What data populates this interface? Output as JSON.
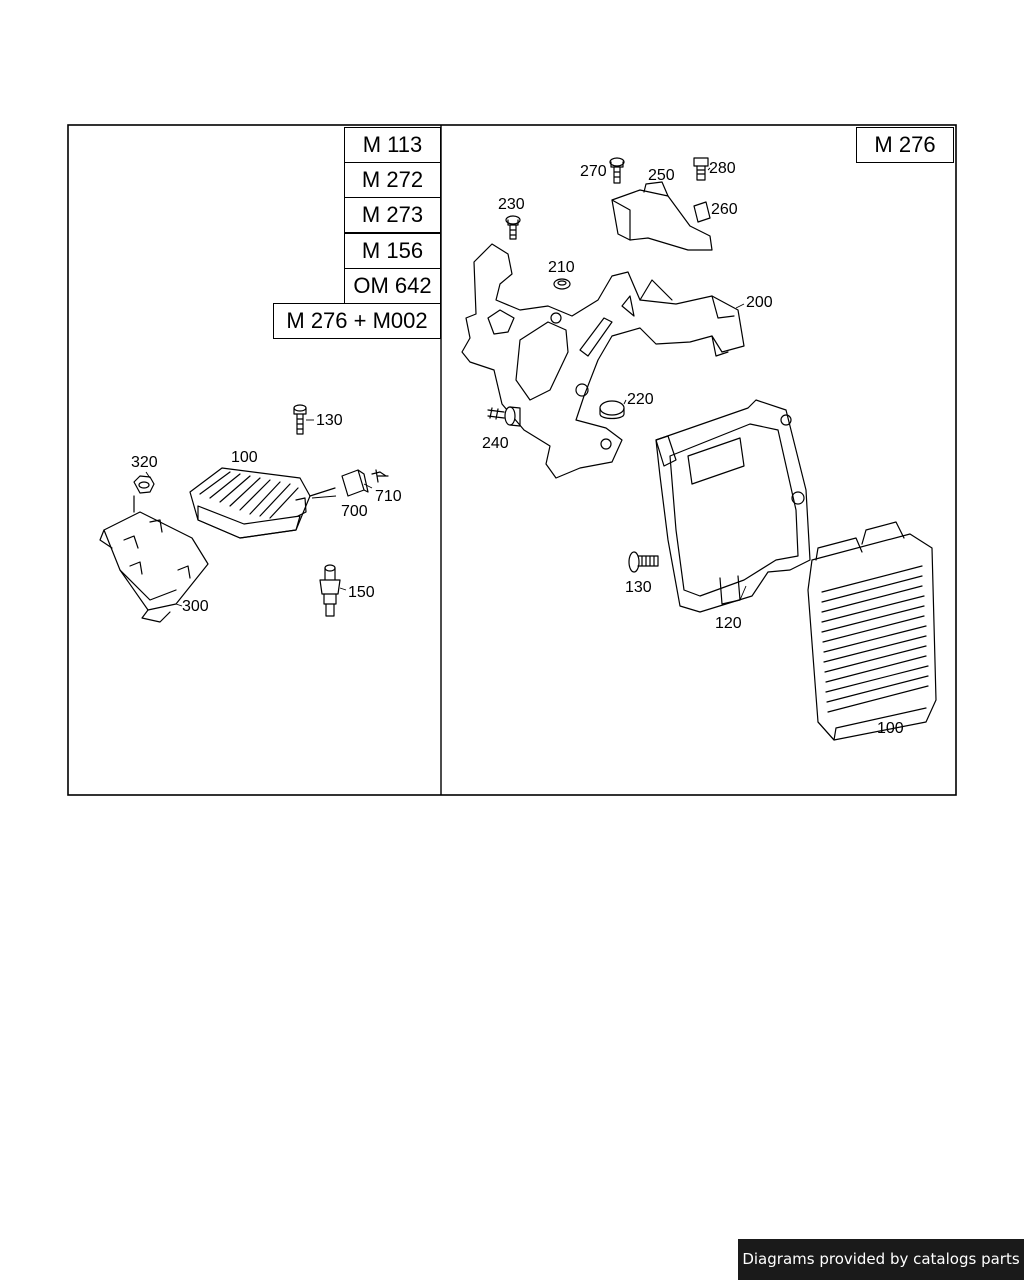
{
  "left_panel": {
    "engine_codes": [
      "M 113",
      "M 272",
      "M 273",
      "M 156",
      "OM 642",
      "M 276 + M002"
    ],
    "callouts": {
      "screw": "130",
      "control_unit": "100",
      "nut": "320",
      "connector": "700",
      "pin": "710",
      "sensor": "150",
      "bracket": "300"
    }
  },
  "right_panel": {
    "engine_code": "M 276",
    "callouts": {
      "bolt_top": "270",
      "bracket_small": "250",
      "bolt_right": "280",
      "clip": "260",
      "screw_upper": "230",
      "grommet": "210",
      "carrier": "200",
      "cap": "220",
      "bolt_side": "240",
      "screw_lower": "130",
      "housing": "120",
      "control_unit": "100"
    }
  },
  "footer": {
    "credit": "Diagrams provided by catalogs parts"
  }
}
